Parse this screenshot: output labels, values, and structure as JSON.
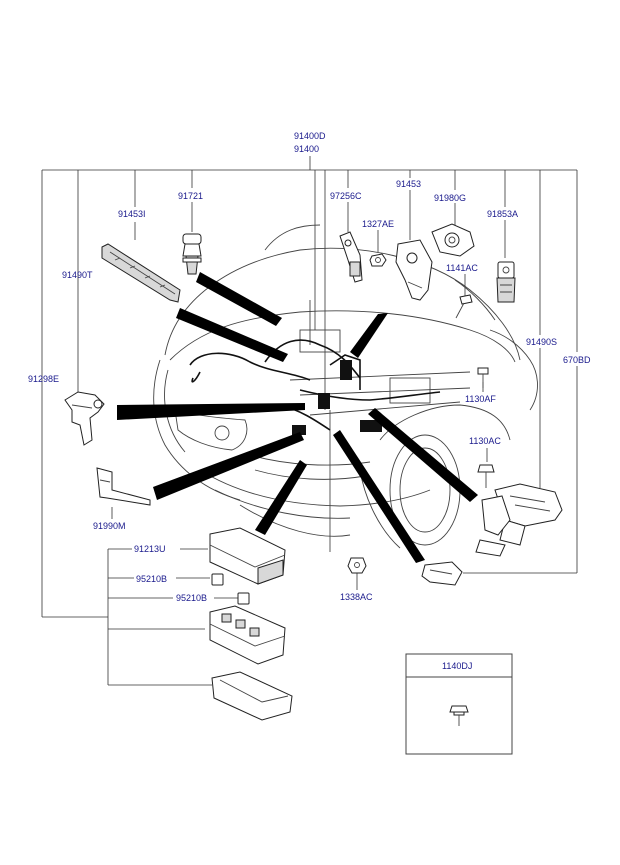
{
  "diagram": {
    "labels": {
      "main_assembly_top": "91400D",
      "main_assembly": "91400",
      "p91721": "91721",
      "p91453I": "91453I",
      "p91490T": "91490T",
      "p91298E": "91298E",
      "p97256C": "97256C",
      "p91453": "91453",
      "p1327AE": "1327AE",
      "p91980G": "91980G",
      "p91853A": "91853A",
      "p1141AC": "1141AC",
      "p91490S": "91490S",
      "p670BD": "670BD",
      "p1130AF": "1130AF",
      "p1130AC": "1130AC",
      "p91990M": "91990M",
      "p91213U": "91213U",
      "p95210B_1": "95210B",
      "p95210B_2": "95210B",
      "p1338AC": "1338AC",
      "inset_1140DJ": "1140DJ"
    }
  }
}
